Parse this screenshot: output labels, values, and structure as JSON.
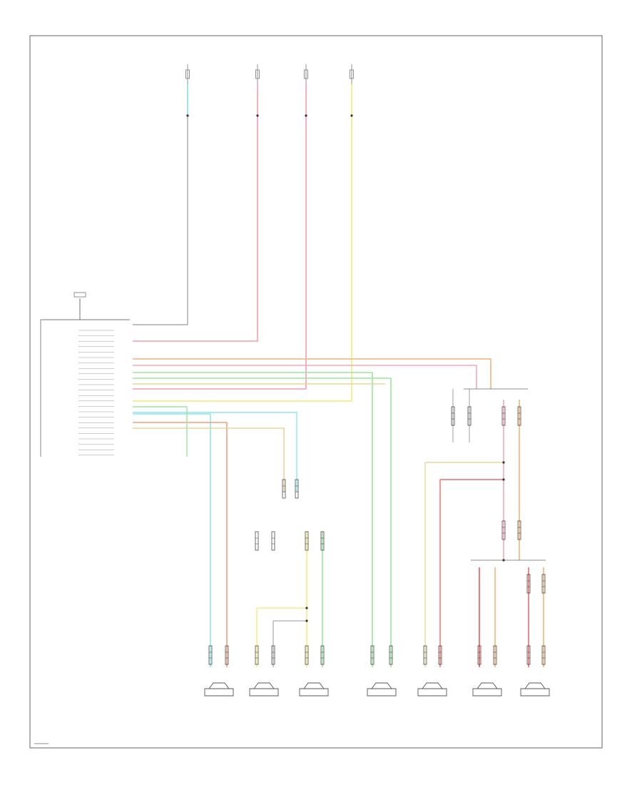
{
  "diagram": {
    "title": "",
    "footer_label": "",
    "colors": {
      "green": "#9be59b",
      "pink": "#f6a9b9",
      "red": "#f06a6a",
      "salmon": "#f2a07a",
      "cyan": "#8fe7ea",
      "yellow": "#f1ef8c",
      "tan": "#e7d79b",
      "orange": "#f3b27a"
    },
    "nodes": [
      {
        "id": "hot-fuse-a",
        "label": ""
      },
      {
        "id": "hot-fuse-b",
        "label": ""
      },
      {
        "id": "hot-fuse-c",
        "label": ""
      },
      {
        "id": "hot-fuse-d",
        "label": ""
      },
      {
        "id": "radio-module",
        "label": ""
      },
      {
        "id": "left-front-door-speaker",
        "label": ""
      },
      {
        "id": "left-front-door-speaker-2",
        "label": ""
      },
      {
        "id": "left-rear-speaker",
        "label": ""
      },
      {
        "id": "right-front-door-speaker",
        "label": ""
      },
      {
        "id": "right-door-speaker",
        "label": ""
      },
      {
        "id": "right-rear-speaker",
        "label": ""
      },
      {
        "id": "right-rear-speaker-2",
        "label": ""
      }
    ]
  }
}
